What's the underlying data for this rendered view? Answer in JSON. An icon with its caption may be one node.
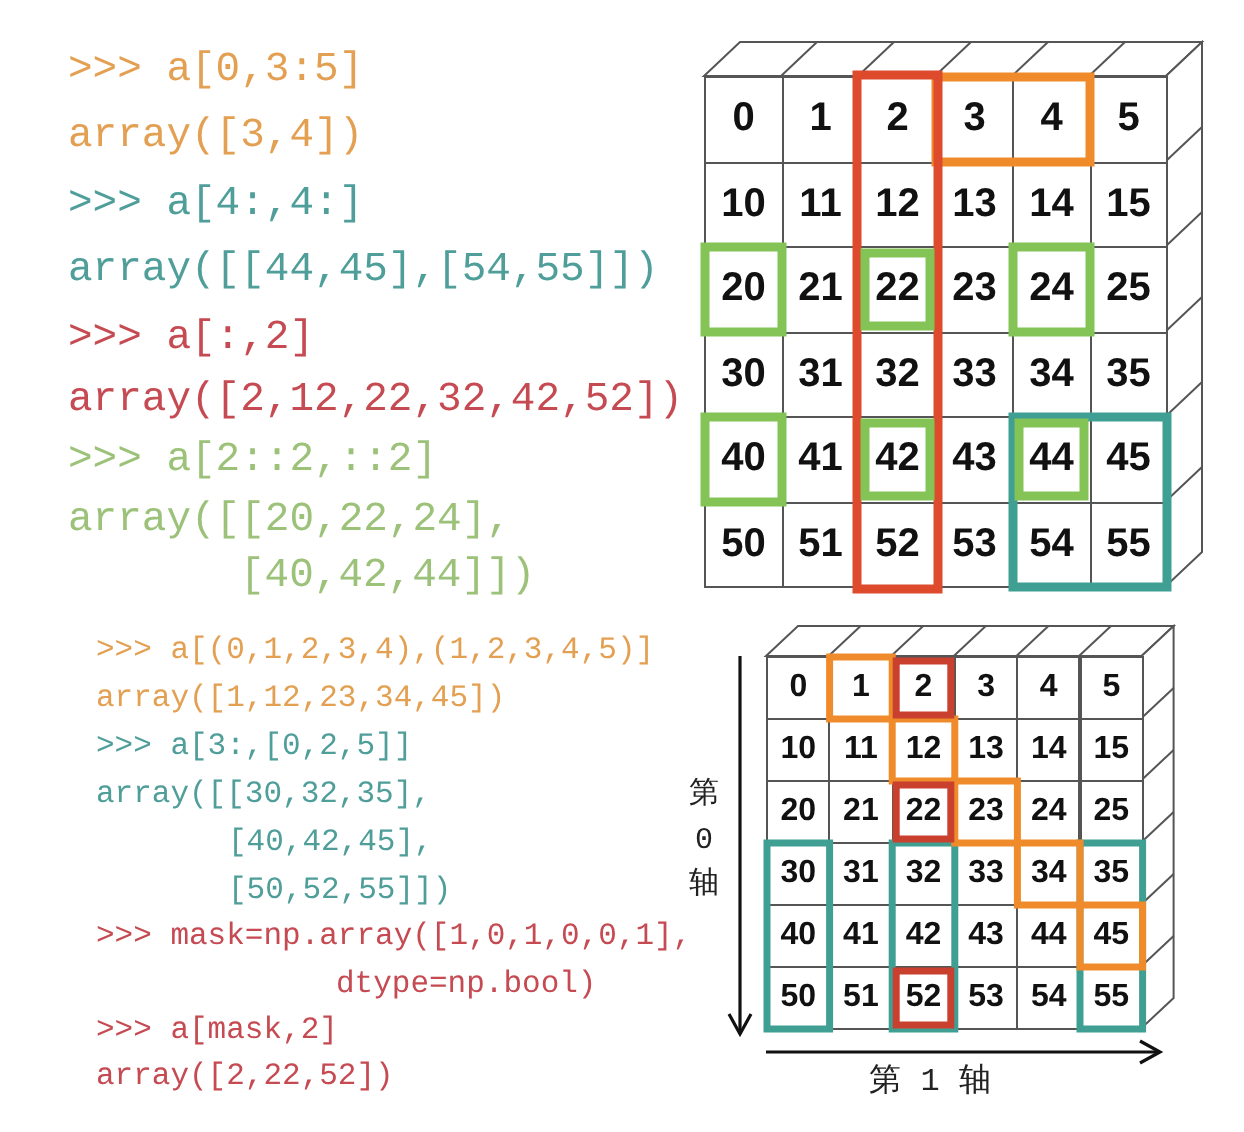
{
  "diagram": {
    "labels": [
      ">>> a[0,3:5]",
      "array([3,4])",
      ">>> a[4:,4:]",
      "array([[44,45],[54,55]])",
      ">>> a[:,2]",
      "array([2,12,22,32,42,52])",
      ">>> a[2::2,::2]",
      "array([[20,22,24],",
      "[40,42,44]])",
      "0",
      "1",
      "2",
      "3",
      "4",
      "5",
      "10",
      "11",
      "12",
      "13",
      "14",
      "15",
      "20",
      "21",
      "22",
      "23",
      "24",
      "25",
      "30",
      "31",
      "32",
      "33",
      "34",
      "35",
      "40",
      "41",
      "42",
      "43",
      "44",
      "45",
      "50",
      "51",
      "52",
      "53",
      "54",
      "55",
      ">>> a[(0,1,2,3,4),(1,2,3,4,5)]",
      "array([1,12,23,34,45])",
      ">>> a[3:,[0,2,5]]",
      "array([[30,32,35],",
      "[40,42,45],",
      "[50,52,55]])",
      ">>> mask=np.array([1,0,1,0,0,1],",
      "dtype=np.bool)",
      ">>> a[mask,2]",
      "array([2,22,52])",
      "第 0 轴",
      "0",
      "1",
      "2",
      "3",
      "4",
      "5",
      "10",
      "11",
      "12",
      "13",
      "14",
      "15",
      "20",
      "21",
      "22",
      "23",
      "24",
      "25",
      "30",
      "31",
      "32",
      "33",
      "34",
      "35",
      "40",
      "41",
      "42",
      "43",
      "44",
      "45",
      "50",
      "51",
      "52",
      "53",
      "54",
      "55",
      "第 1 轴"
    ]
  }
}
